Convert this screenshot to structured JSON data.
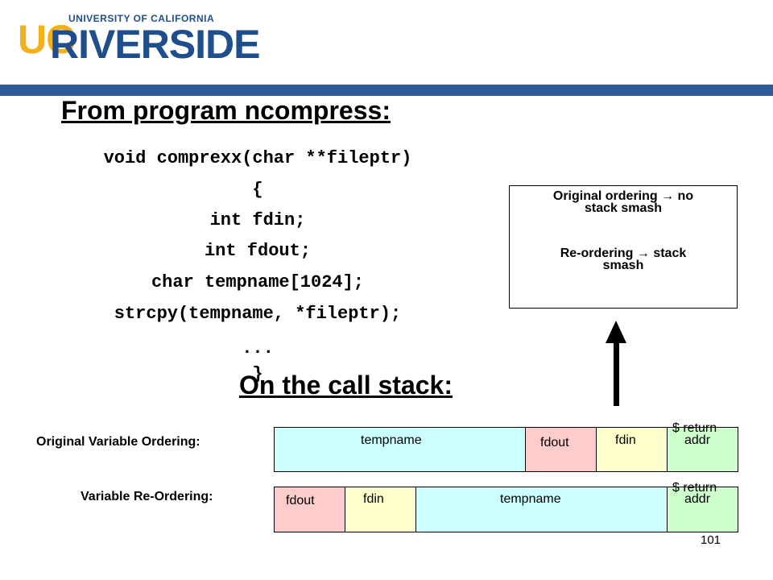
{
  "logo": {
    "line1": "UNIVERSITY OF CALIFORNIA",
    "uc": "UC",
    "riverside": "RIVERSIDE"
  },
  "title": "From program ncompress:",
  "code_lines": [
    "void comprexx(char **fileptr)",
    "{",
    "int fdin;",
    "int fdout;",
    "char tempname[1024];",
    "strcpy(tempname, *fileptr);",
    "...",
    "}"
  ],
  "callout": {
    "line1a": "Original ordering → no",
    "line1b": "stack smash",
    "line2a": "Re-ordering → stack",
    "line2b": "smash"
  },
  "subtitle": "On the call stack:",
  "rows": {
    "original": {
      "label": "Original Variable Ordering:",
      "cells": [
        "tempname",
        "fdout",
        "fdin",
        "$ return",
        "addr"
      ]
    },
    "reordered": {
      "label": "Variable Re-Ordering:",
      "cells": [
        "fdout",
        "fdin",
        "tempname",
        "$ return",
        "addr"
      ]
    }
  },
  "colors": {
    "tempname": "#ccffff",
    "fdout": "#ffcccc",
    "fdin": "#ffffcc",
    "retaddr": "#ccffcc",
    "band": "#2e5c9a",
    "logo_gold": "#f2b01c",
    "logo_blue": "#1f4e8c"
  },
  "page_number": "101"
}
